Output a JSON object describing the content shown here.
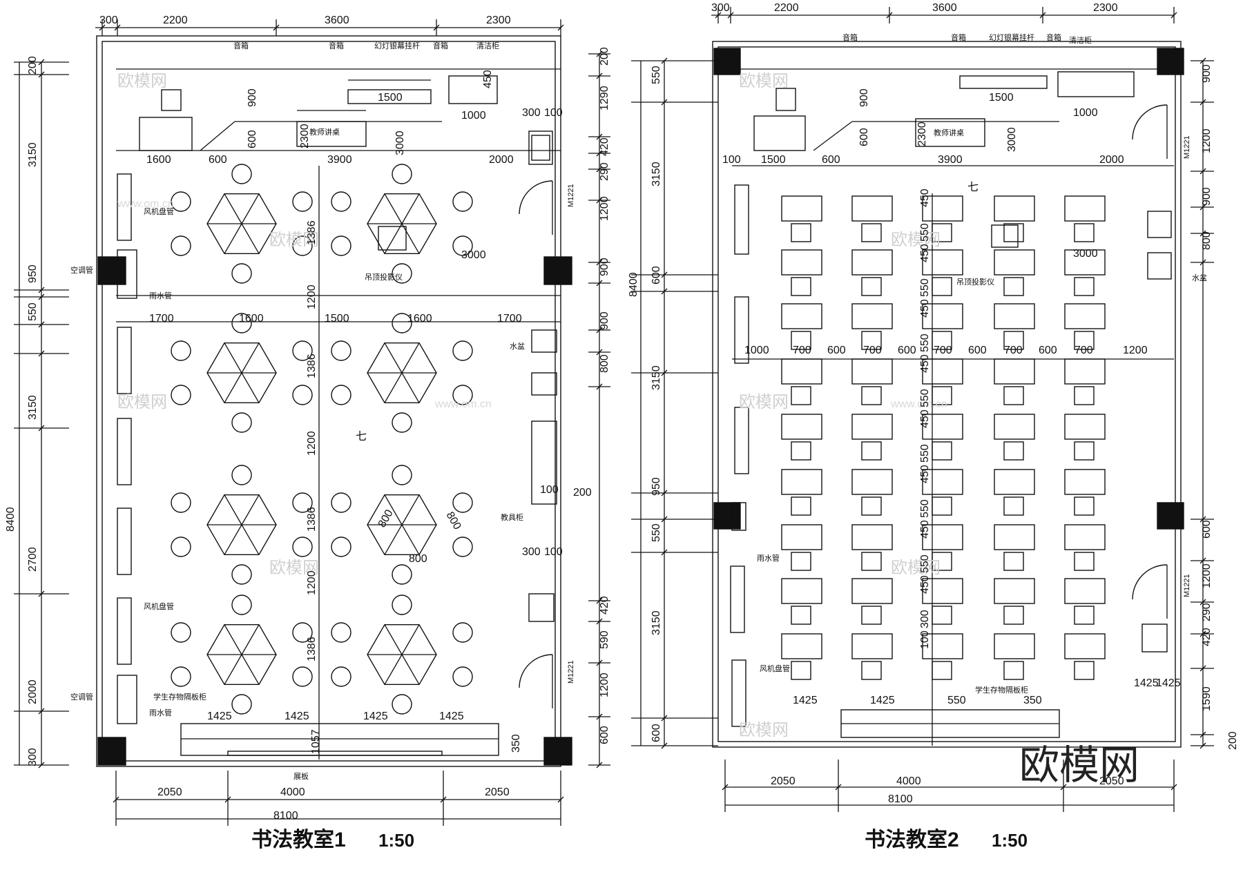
{
  "brand_logo": "欧模网",
  "watermark": {
    "text": "欧模网",
    "url": "www.om.cn"
  },
  "plan1": {
    "title": "书法教室1",
    "scale": "1:50",
    "top_dims": [
      "300",
      "2200",
      "3600",
      "2300"
    ],
    "bottom_dims": [
      "2050",
      "4000",
      "2050"
    ],
    "total_width": "8100",
    "left_outer": [
      "200",
      "3150",
      "950",
      "550",
      "3150",
      "2700",
      "2000",
      "300"
    ],
    "left_total": "8400",
    "right_dims": [
      "200",
      "1290",
      "420",
      "290",
      "1200",
      "900",
      "900",
      "800",
      "420",
      "590",
      "1200",
      "600"
    ],
    "interior_dims": [
      "1600",
      "600",
      "3900",
      "2000",
      "1500",
      "1000",
      "450",
      "900",
      "600",
      "2300",
      "3000",
      "300",
      "100",
      "1386",
      "1386",
      "1386",
      "1386",
      "1200",
      "1200",
      "1200",
      "3000",
      "1700",
      "1600",
      "1500",
      "1600",
      "1700",
      "800",
      "800",
      "800",
      "100",
      "200",
      "300",
      "100",
      "1425",
      "1425",
      "1425",
      "1425",
      "1057",
      "350"
    ],
    "labels": {
      "speaker": "音箱",
      "screen_rod": "幻灯银幕挂杆",
      "cleaning_cabinet": "清洁柜",
      "teacher_desk": "教师讲桌",
      "fan_coil": "风机盘管",
      "ac_pipe": "空调管",
      "rain_pipe": "雨水管",
      "projector": "吊顶投影仪",
      "sink": "水盆",
      "tool_cabinet": "教具柜",
      "storage_cabinet": "学生存物隔板柜",
      "blackboard": "展板",
      "door": "M1221",
      "room_no": "七"
    }
  },
  "plan2": {
    "title": "书法教室2",
    "scale": "1:50",
    "top_dims": [
      "300",
      "2200",
      "3600",
      "2300"
    ],
    "bottom_dims": [
      "2050",
      "4000",
      "2050"
    ],
    "total_width": "8100",
    "left_outer": [
      "550",
      "3150",
      "600",
      "3150",
      "950",
      "550",
      "3150",
      "600"
    ],
    "left_total": "8400",
    "right_dims": [
      "900",
      "1200",
      "900",
      "800",
      "600",
      "1200",
      "290",
      "420",
      "1590",
      "200"
    ],
    "desk_row_dims": [
      "1000",
      "700",
      "600",
      "700",
      "600",
      "700",
      "600",
      "700",
      "600",
      "700",
      "1200"
    ],
    "interior_dims": [
      "100",
      "1500",
      "600",
      "3900",
      "2000",
      "1500",
      "1000",
      "900",
      "600",
      "2300",
      "3000",
      "3000",
      "450",
      "550",
      "450",
      "550",
      "450",
      "550",
      "450",
      "550",
      "450",
      "550",
      "450",
      "550",
      "450",
      "550",
      "450",
      "300",
      "100",
      "1425",
      "1425",
      "1425",
      "1425",
      "550",
      "350"
    ],
    "labels": {
      "speaker": "音箱",
      "screen_rod": "幻灯银幕挂杆",
      "cleaning_cabinet": "清洁柜",
      "teacher_desk": "教师讲桌",
      "fan_coil": "风机盘管",
      "rain_pipe": "雨水管",
      "projector": "吊顶投影仪",
      "sink": "水盆",
      "storage_cabinet": "学生存物隔板柜",
      "door": "M1221",
      "room_no": "七"
    }
  }
}
